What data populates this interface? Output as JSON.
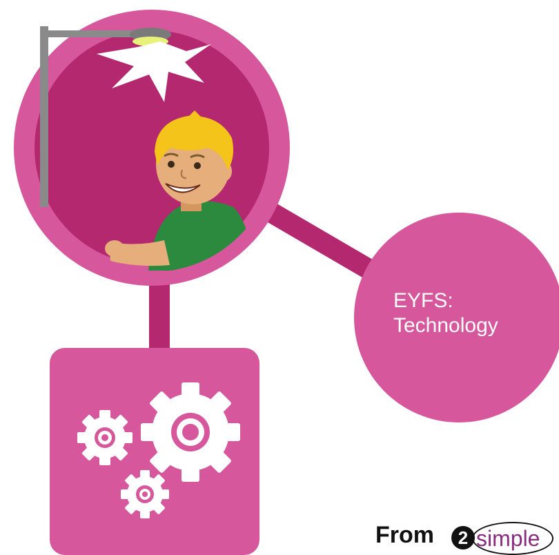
{
  "colors": {
    "magenta": "#d6579b",
    "magenta_dark": "#b4286f",
    "white": "#ffffff",
    "gray_pole": "#8a8a8a",
    "skin": "#e6ae7b",
    "hair": "#f4c41a",
    "shirt": "#2c8a3e",
    "text_dark": "#111111"
  },
  "topic_node": {
    "line1": "EYFS:",
    "line2": "Technology"
  },
  "icons": {
    "photo": "child-under-streetlight",
    "gears": "gears-icon"
  },
  "brand": {
    "from": "From",
    "logo_number": "2",
    "logo_word": "simple"
  }
}
